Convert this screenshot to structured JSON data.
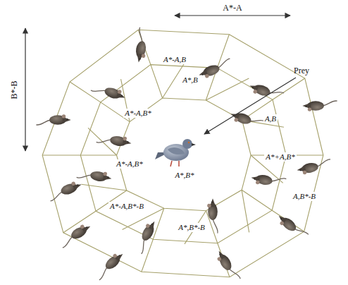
{
  "diagram": {
    "labels": [
      "A*-A",
      "B*-B",
      "Prey",
      "A*-A,B",
      "A*,B",
      "A*-A,B*",
      "A,B",
      "A*,B*",
      "A*-A,B*",
      "A*+A,B*",
      "A,B*-B",
      "A*-A,B*-B",
      "A*,B*-B"
    ]
  }
}
